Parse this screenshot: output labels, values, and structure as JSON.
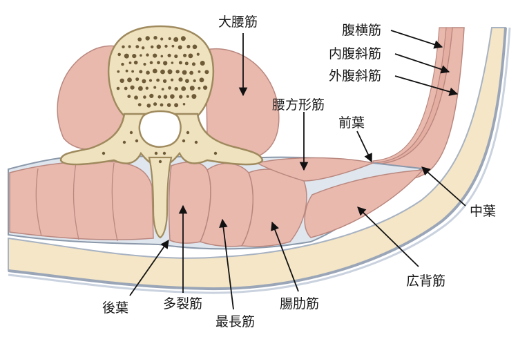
{
  "labels": {
    "psoas_major": "大腰筋",
    "transversus_abdominis": "腹横筋",
    "internal_oblique": "内腹斜筋",
    "external_oblique": "外腹斜筋",
    "quadratus_lumborum": "腰方形筋",
    "anterior_layer": "前葉",
    "middle_layer": "中葉",
    "latissimus_dorsi": "広背筋",
    "iliocostalis": "腸肋筋",
    "longissimus": "最長筋",
    "multifidus": "多裂筋",
    "posterior_layer": "後葉"
  },
  "colors": {
    "muscle": "#e9b9ae",
    "muscle_edge": "#b9877e",
    "fascia": "#dfe6ee",
    "fascia_edge": "#8a98aa",
    "fat": "#f4e6c6",
    "bone": "#efe2bf",
    "bone_edge": "#9f8a5e",
    "marrow_hole": "#6e5a36",
    "leader": "#111111"
  }
}
